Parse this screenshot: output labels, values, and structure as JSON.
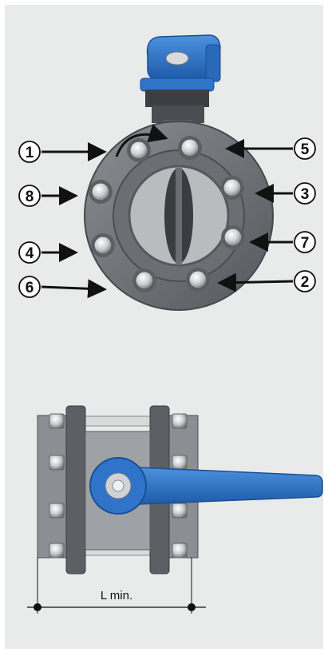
{
  "diagram": {
    "type": "butterfly-valve-bolt-tightening",
    "callouts": [
      "1",
      "2",
      "3",
      "4",
      "5",
      "6",
      "7",
      "8"
    ],
    "dimension_label": "L min."
  },
  "colors": {
    "background": "#e9eaea",
    "flange": "#6f7377",
    "handle_blue": "#2f74c9",
    "bolt": "#c9ccce"
  },
  "icons": {
    "rotation": "rotation-arrow-icon",
    "pointer": "arrow-right-icon",
    "pointer_left": "arrow-left-icon"
  }
}
